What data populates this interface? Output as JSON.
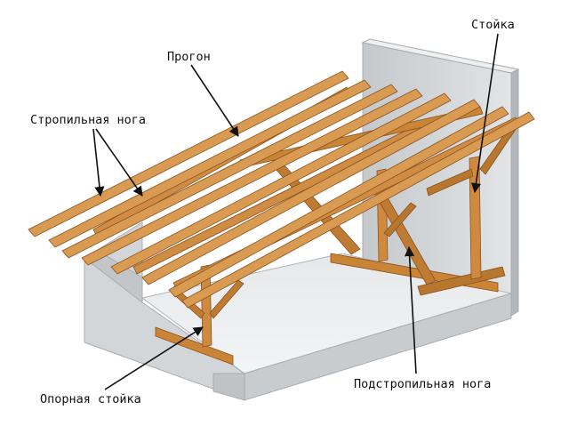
{
  "labels": {
    "purlin": "Прогон",
    "rafter": "Стропильная нога",
    "post": "Стойка",
    "support_post": "Опорная стойка",
    "strut": "Подстропильная нога"
  },
  "colors": {
    "wood": "#cf8a3f",
    "wood_dark": "#9c5d22",
    "wood_light": "#e3a864",
    "wall": "#d9dcde",
    "wall_shade": "#b7bbbe",
    "floor": "#eceeef",
    "arrow": "#111111"
  }
}
